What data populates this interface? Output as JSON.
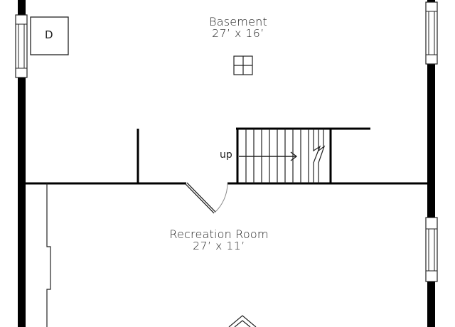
{
  "floorplan": {
    "rooms": [
      {
        "name": "Basement",
        "dimensions": "27’ x 16’"
      },
      {
        "name": "Recreation Room",
        "dimensions": "27’ x 11’"
      }
    ],
    "appliance_label": "D",
    "stair_label": "up",
    "colors": {
      "wall": "#000000",
      "line": "#222222",
      "door_arc": "#888888",
      "background": "#ffffff"
    }
  }
}
